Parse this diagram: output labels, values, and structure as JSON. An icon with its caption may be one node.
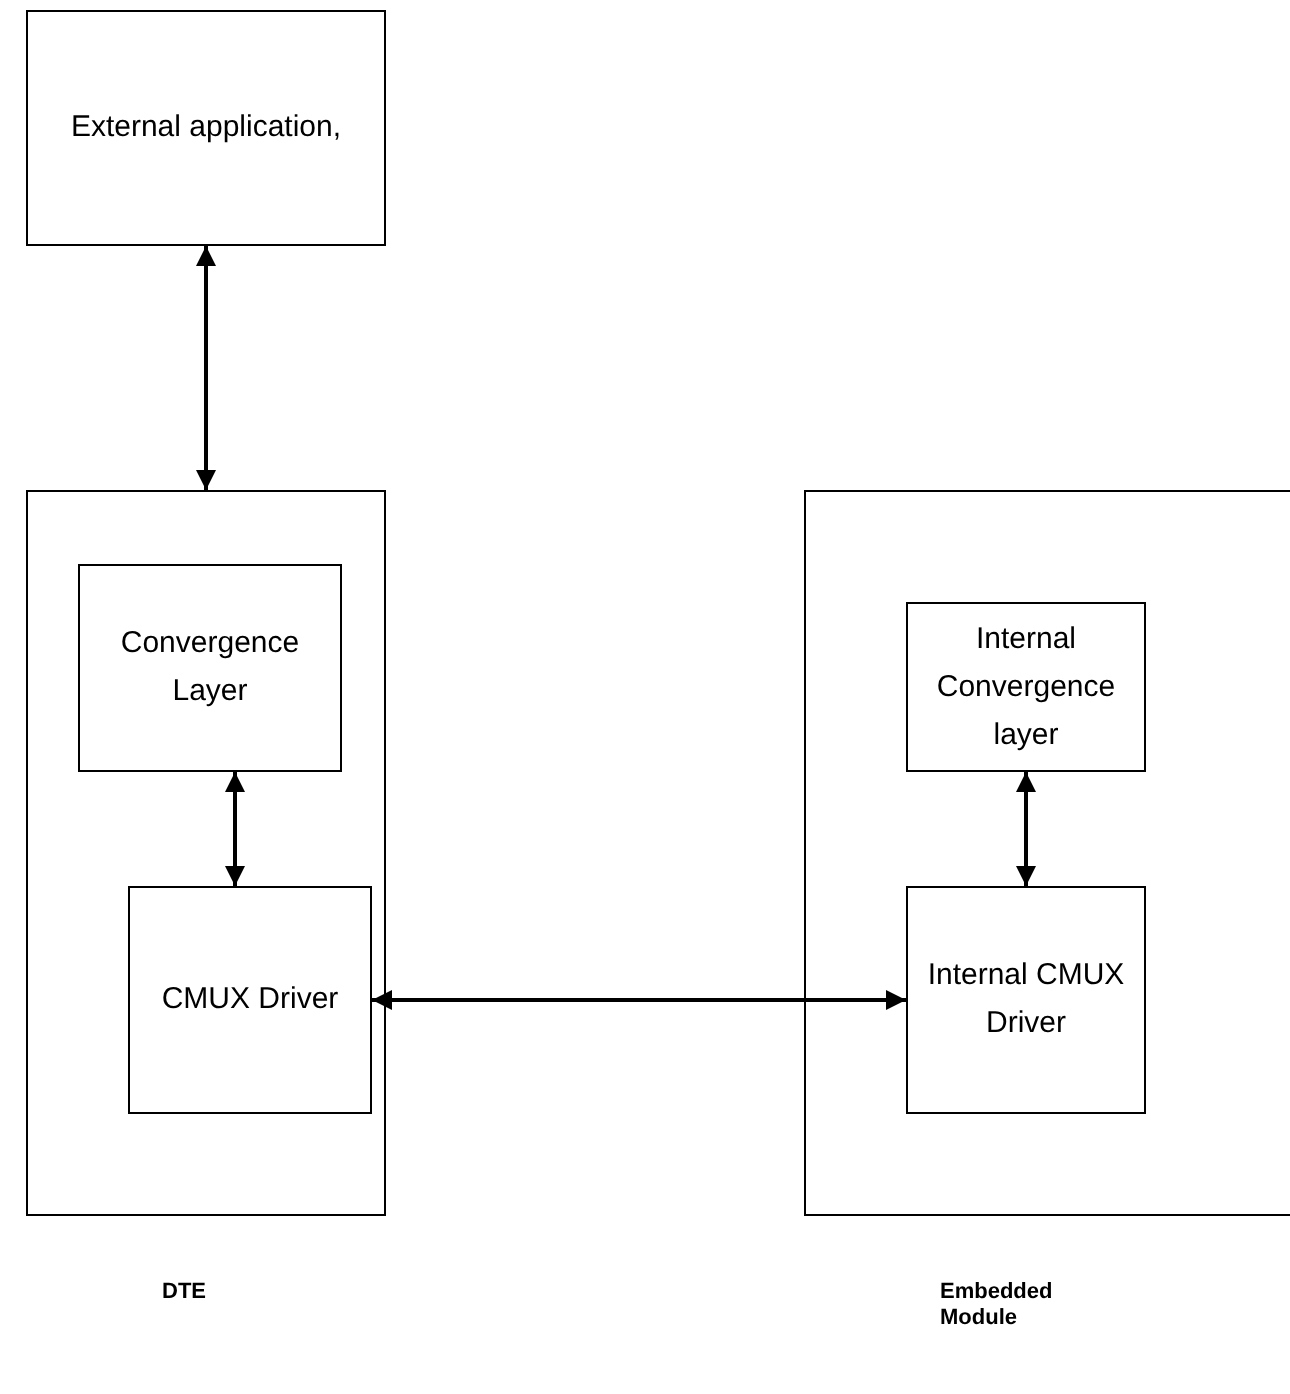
{
  "diagram": {
    "nodes": [
      {
        "text": [
          "External application,"
        ]
      },
      {
        "text": [],
        "shape": "box",
        "beside": [
          "DTE"
        ]
      },
      {
        "text": [
          "Convergence Layer"
        ],
        "in": 1
      },
      {
        "text": [
          "CMUX Driver"
        ],
        "in": 1
      },
      {
        "text": [],
        "shape": "box",
        "beside": [
          "Embedded Module"
        ]
      },
      {
        "text": [
          "Internal Convergence layer"
        ],
        "in": 4
      },
      {
        "text": [
          "Internal CMUX Driver"
        ],
        "in": 4
      }
    ],
    "edges": [
      {
        "from": 0,
        "to": 1,
        "arrow": "both"
      },
      {
        "from": 2,
        "to": 3,
        "arrow": "both"
      },
      {
        "from": 3,
        "to": 6,
        "arrow": "both"
      },
      {
        "from": 5,
        "to": 6,
        "arrow": "both"
      }
    ]
  }
}
